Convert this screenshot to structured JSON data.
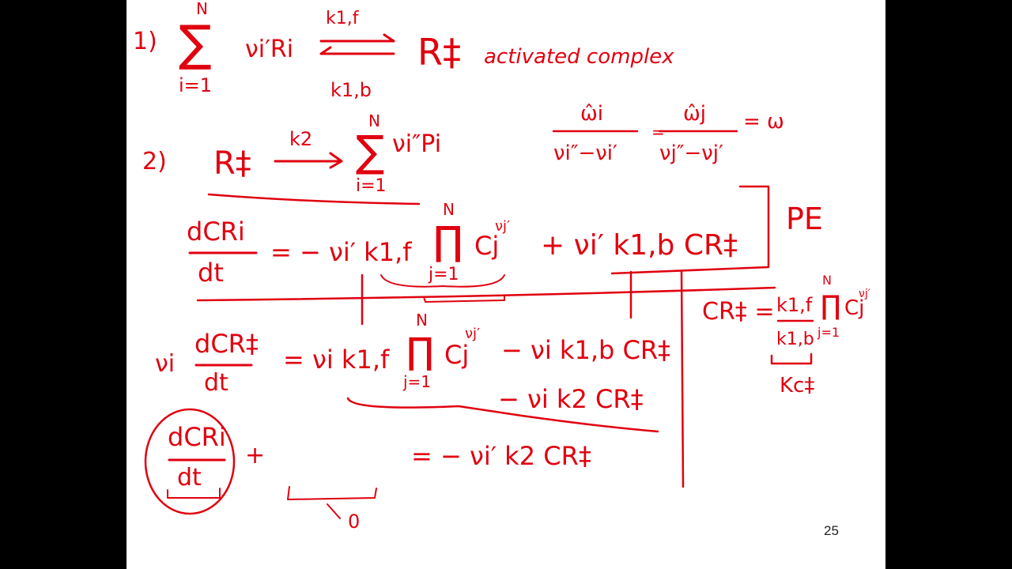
{
  "colors": {
    "background": "#000000",
    "slide": "#ffffff",
    "ink": "#e0000f"
  },
  "page_number": "25",
  "reaction_1": {
    "label": "1)",
    "sum_upper": "N",
    "sum_lower": "i=1",
    "reactants": "νi′Ri",
    "forward_rate": "k1,f",
    "backward_rate": "k1,b",
    "product": "R‡",
    "note": "activated complex"
  },
  "reaction_2": {
    "label": "2)",
    "reactant": "R‡",
    "rate": "k2",
    "sum_upper": "N",
    "sum_lower": "i=1",
    "products": "νi″Pi"
  },
  "omega_relation": {
    "num_i": "ω̂i",
    "den_i": "νi″−νi′",
    "num_j": "ω̂j",
    "den_j": "νj″−νj′",
    "equals": "=",
    "result": "= ω"
  },
  "eq_pe": {
    "numerator": "dCRi",
    "denominator": "dt",
    "rhs_1": "= − νi′ k1,f",
    "prod_upper": "N",
    "prod_lower": "j=1",
    "prod_term": "Cj",
    "prod_exp": "νj′",
    "rhs_2": "+ νi′ k1,b CR‡",
    "tag": "PE"
  },
  "eq_complex": {
    "prefix": "νi",
    "numerator": "dCR‡",
    "denominator": "dt",
    "rhs_1": "= νi k1,f",
    "prod_upper": "N",
    "prod_lower": "j=1",
    "prod_term": "Cj",
    "prod_exp": "νj′",
    "rhs_2": "− νi k1,b CR‡",
    "rhs_3": "− νi k2 CR‡"
  },
  "eq_equilibrium": {
    "lhs": "CR‡ =",
    "frac_num": "k1,f",
    "frac_den": "k1,b",
    "prod_upper": "N",
    "prod_lower": "j=1",
    "prod_term": "Cj",
    "prod_exp": "νj′",
    "bracket_label": "Kc‡"
  },
  "eq_final": {
    "numerator": "dCRi",
    "denominator": "dt",
    "plus": "+",
    "rhs": "= − νi′ k2 CR‡",
    "zero_label": "0"
  }
}
